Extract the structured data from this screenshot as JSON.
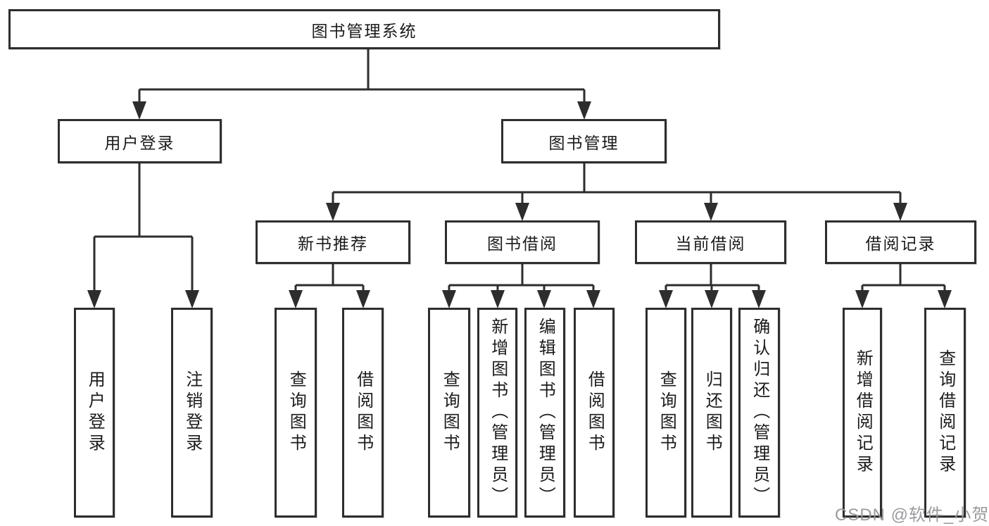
{
  "tree": {
    "root": {
      "label": "图书管理系统"
    },
    "user_login": {
      "label": "用户登录",
      "leaves": [
        "用户登录",
        "注销登录"
      ]
    },
    "book_mgmt": {
      "label": "图书管理"
    },
    "modules": [
      {
        "label": "新书推荐",
        "leaves": [
          "查询图书",
          "借阅图书"
        ]
      },
      {
        "label": "图书借阅",
        "leaves": [
          "查询图书",
          "新增图书（管理员）",
          "编辑图书（管理员）",
          "借阅图书"
        ]
      },
      {
        "label": "当前借阅",
        "leaves": [
          "查询图书",
          "归还图书",
          "确认归还（管理员）"
        ]
      },
      {
        "label": "借阅记录",
        "leaves": [
          "新增借阅记录",
          "查询借阅记录"
        ]
      }
    ]
  },
  "watermark": {
    "text": "CSDN @软件_小贺同学"
  },
  "colors": {
    "line": "#2d2d2d",
    "border": "#2e2e2e",
    "text": "#1b1b1b",
    "watermark": "#949699",
    "background": "#ffffff"
  }
}
